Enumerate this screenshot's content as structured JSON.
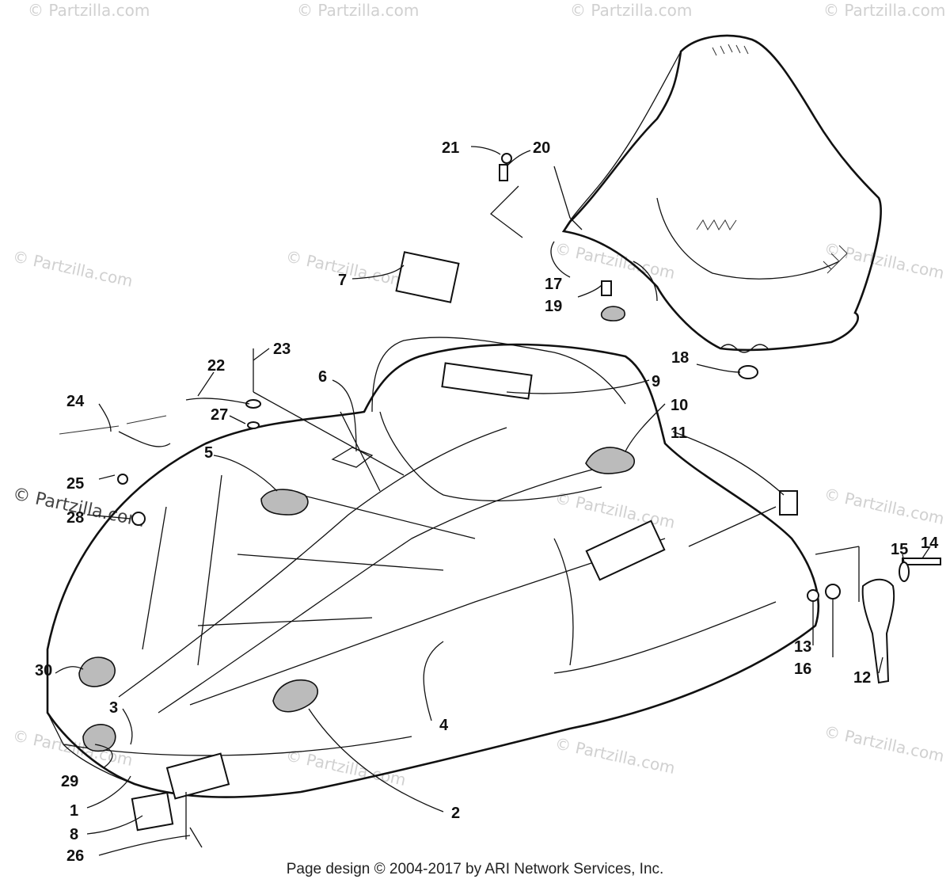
{
  "callouts": [
    "1",
    "2",
    "3",
    "4",
    "5",
    "6",
    "7",
    "8",
    "9",
    "10",
    "11",
    "12",
    "13",
    "14",
    "15",
    "16",
    "17",
    "18",
    "19",
    "20",
    "21",
    "22",
    "23",
    "24",
    "25",
    "26",
    "27",
    "28",
    "29",
    "30"
  ],
  "watermark": "© Partzilla.com",
  "footer": "Page design © 2004-2017 by ARI Network Services, Inc."
}
